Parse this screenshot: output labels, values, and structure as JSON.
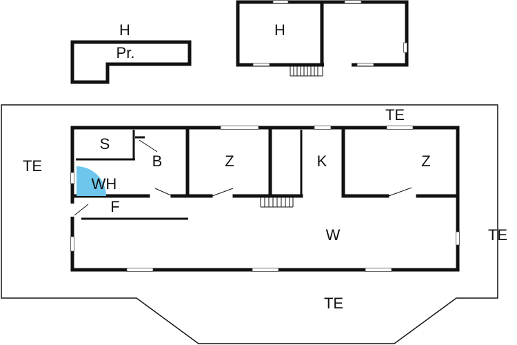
{
  "labels": {
    "h_top_left": "H",
    "pr": "Pr.",
    "h_building": "H",
    "te_top": "TE",
    "te_left": "TE",
    "te_right": "TE",
    "te_bottom": "TE",
    "s": "S",
    "b": "B",
    "z_left": "Z",
    "k": "K",
    "z_right": "Z",
    "wh": "WH",
    "f": "F",
    "w": "W"
  },
  "colors": {
    "wall": "#111111",
    "whirlpool": "#6ec6ec",
    "background": "#ffffff"
  }
}
